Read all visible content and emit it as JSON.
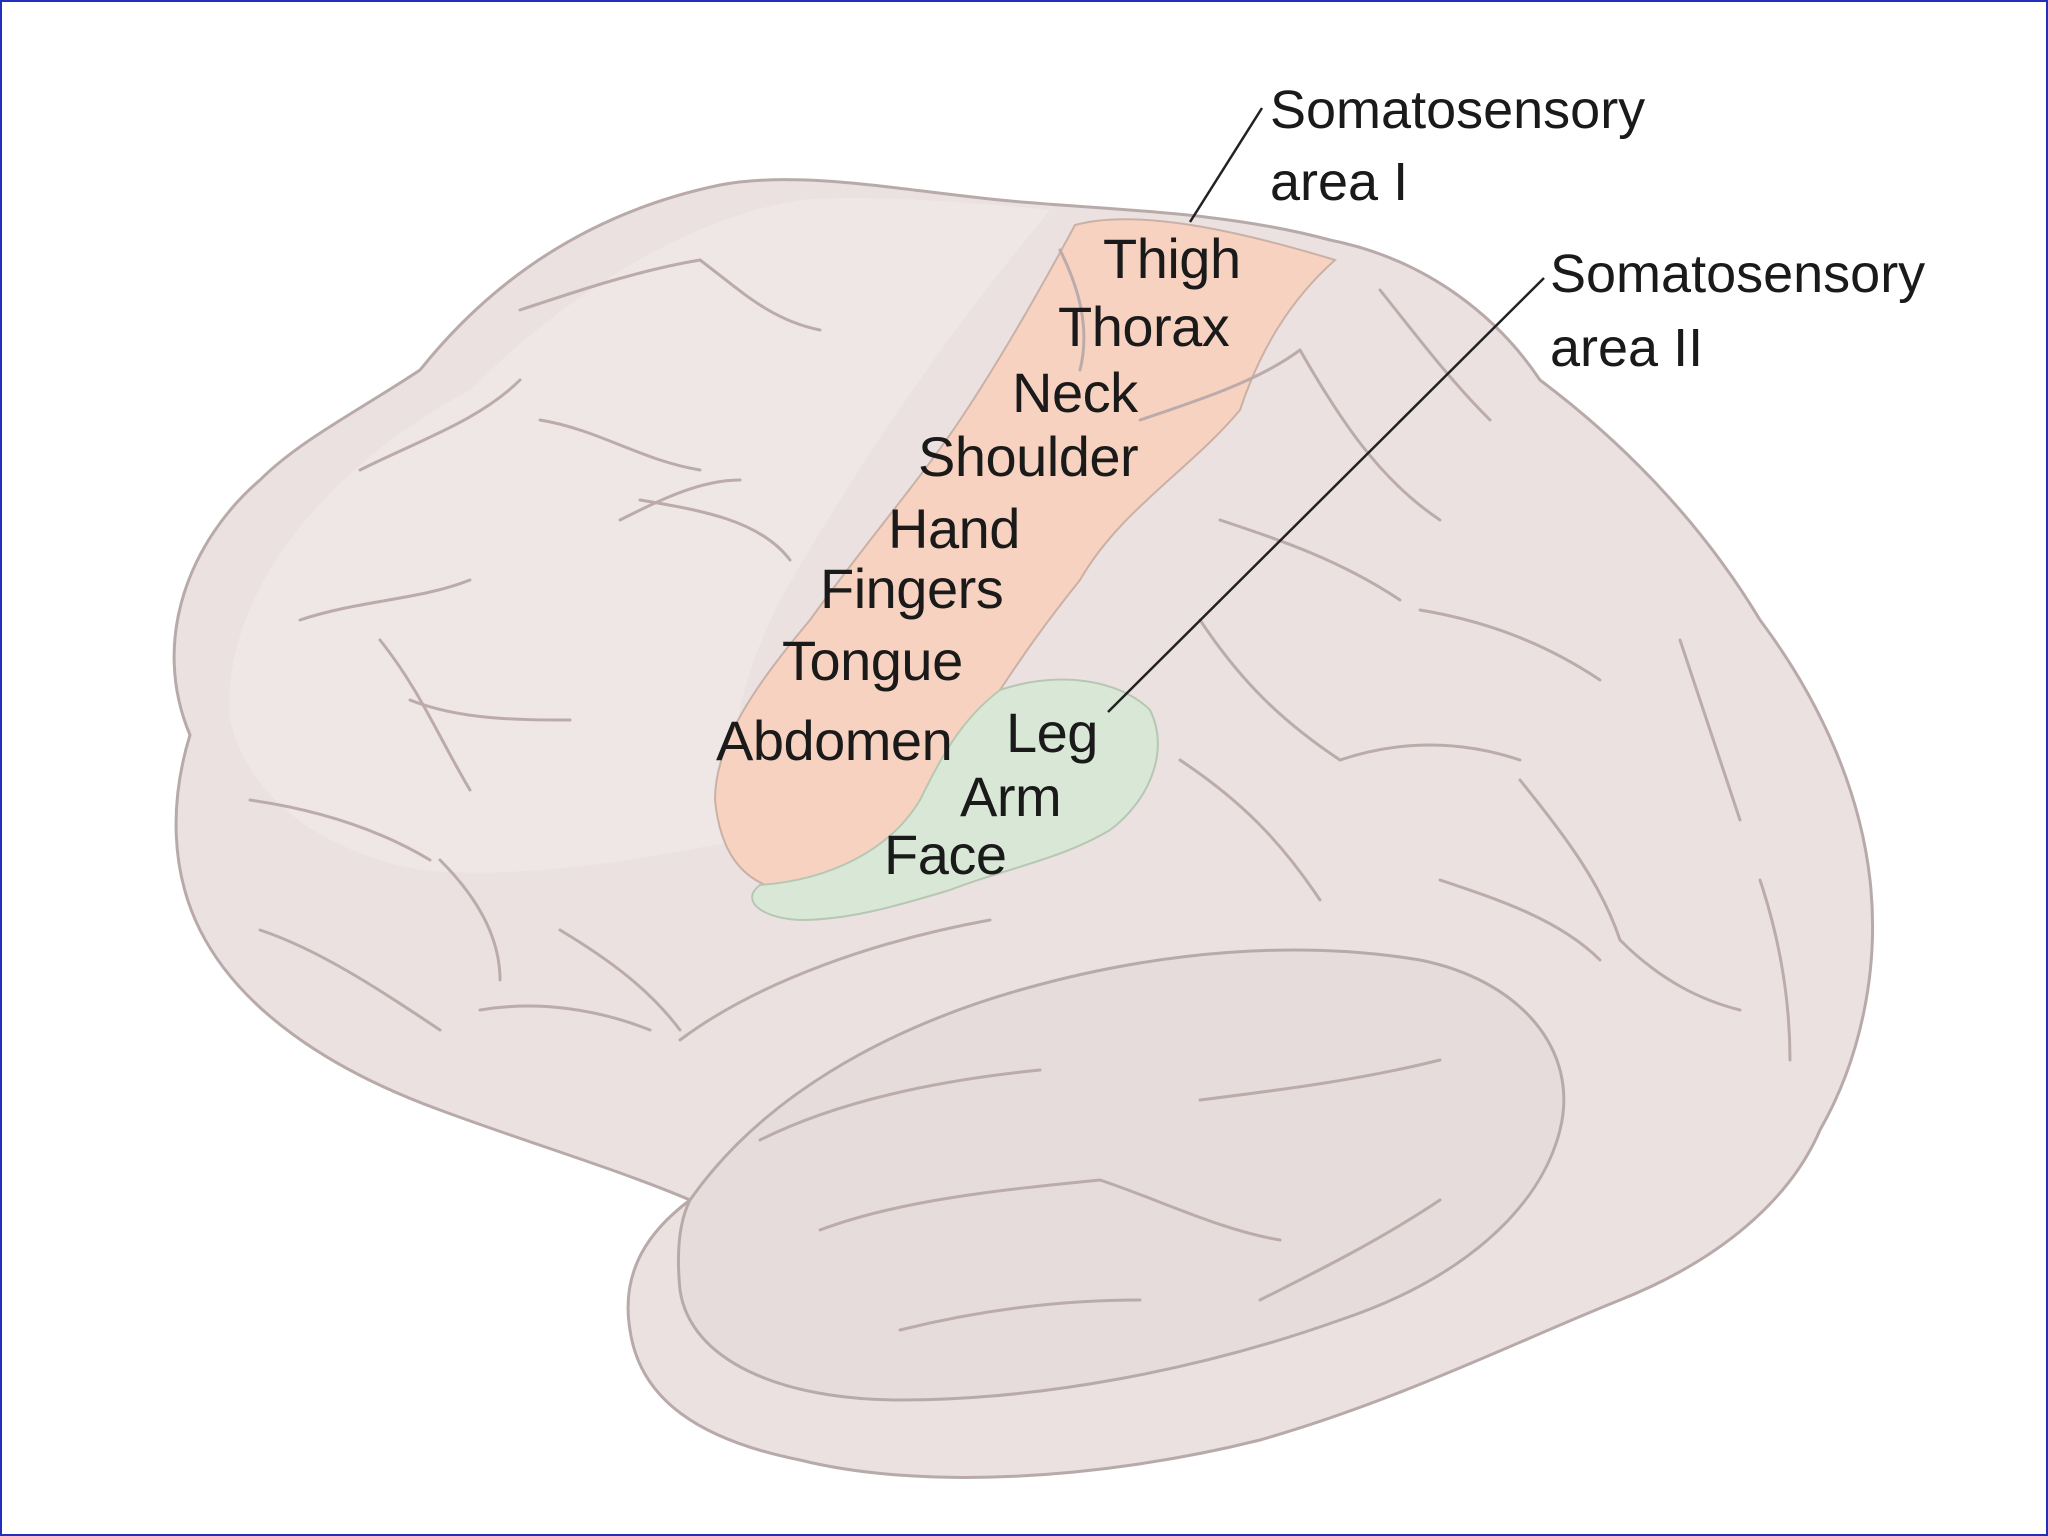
{
  "colors": {
    "frame_border": "#1f2fbf",
    "brain_fill": "#ebe1e1",
    "brain_outline": "#b9aaaa",
    "area_I_fill": "#f8d2c0",
    "area_II_fill": "#d9e8d6",
    "label_text": "#1a1a1a"
  },
  "callouts": {
    "area_I": {
      "line1": "Somatosensory",
      "line2": "area I"
    },
    "area_II": {
      "line1": "Somatosensory",
      "line2": "area II"
    }
  },
  "area_I_labels": [
    "Thigh",
    "Thorax",
    "Neck",
    "Shoulder",
    "Hand",
    "Fingers",
    "Tongue",
    "Abdomen"
  ],
  "area_II_labels": [
    "Leg",
    "Arm",
    "Face"
  ]
}
